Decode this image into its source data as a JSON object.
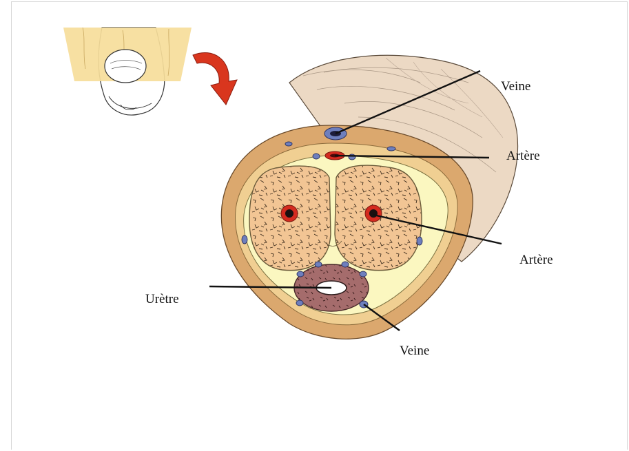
{
  "labels": {
    "vein_top": "Veine",
    "artery_dorsal": "Artère",
    "artery_cavernous": "Artère",
    "urethra": "Urètre",
    "vein_bottom": "Veine"
  },
  "colors": {
    "skin": "#ecd9c4",
    "fascia": "#dba86e",
    "tunica": "#fbf7c0",
    "corpus": "#f2c594",
    "spongiosum": "#a36b6b",
    "artery": "#d42a1f",
    "vein": "#6e7fbd",
    "arrow": "#d9361e",
    "slice": "#f6dd9a"
  }
}
